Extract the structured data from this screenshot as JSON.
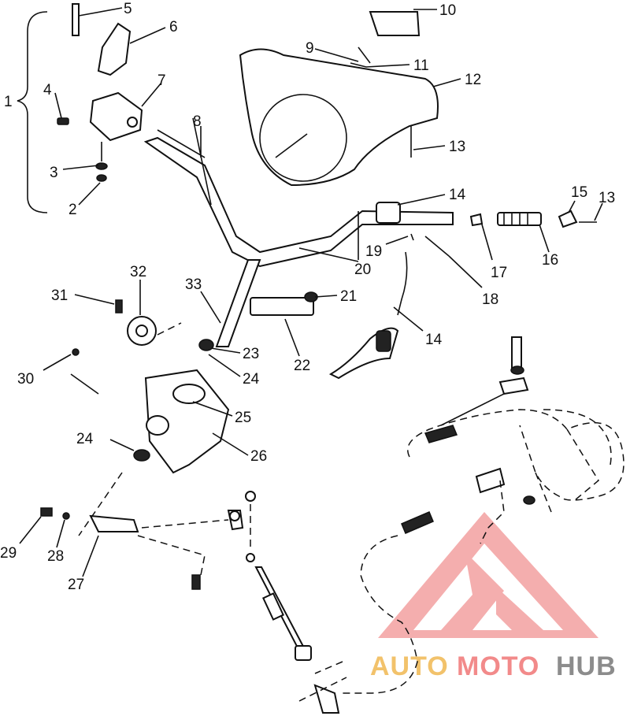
{
  "callouts": {
    "c1": "1",
    "c2": "2",
    "c3": "3",
    "c4": "4",
    "c5": "5",
    "c6": "6",
    "c7": "7",
    "c8": "8",
    "c9": "9",
    "c10": "10",
    "c11": "11",
    "c12": "12",
    "c13a": "13",
    "c13b": "13",
    "c14a": "14",
    "c14b": "14",
    "c15": "15",
    "c16": "16",
    "c17": "17",
    "c18": "18",
    "c19": "19",
    "c20": "20",
    "c21": "21",
    "c22": "22",
    "c23": "23",
    "c24a": "24",
    "c24b": "24",
    "c25": "25",
    "c26": "26",
    "c27": "27",
    "c28": "28",
    "c29": "29",
    "c30": "30",
    "c31": "31",
    "c32": "32",
    "c33": "33"
  },
  "watermark": {
    "auto": "AUTO",
    "moto": "MOTO",
    "hub": "HUB",
    "logo_color": "#f08a8a"
  }
}
